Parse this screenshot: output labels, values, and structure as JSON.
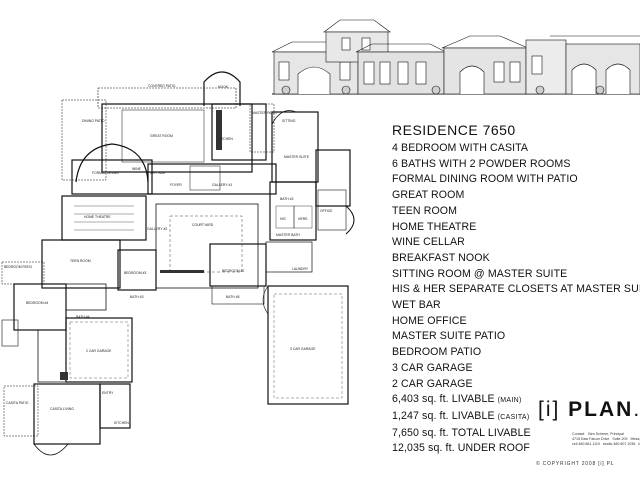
{
  "title": "RESIDENCE 7650",
  "features": [
    "4 BEDROOM WITH CASITA",
    "6 BATHS WITH 2 POWDER ROOMS",
    "FORMAL DINING ROOM WITH PATIO",
    "GREAT ROOM",
    "TEEN ROOM",
    "HOME THEATRE",
    "WINE CELLAR",
    "BREAKFAST NOOK",
    "SITTING ROOM @ MASTER SUITE",
    "HIS & HER SEPARATE CLOSETS AT MASTER SUITE",
    "WET BAR",
    "HOME OFFICE",
    "MASTER SUITE PATIO",
    "BEDROOM PATIO",
    "3 CAR GARAGE",
    "2 CAR GARAGE"
  ],
  "areas": [
    {
      "value": "6,403 sq. ft. LIVABLE",
      "note": "(MAIN)"
    },
    {
      "value": "1,247 sq. ft. LIVABLE",
      "note": "(CASITA)"
    },
    {
      "value": "7,650 sq. ft. TOTAL LIVABLE",
      "note": ""
    },
    {
      "value": "12,035 sq. ft. UNDER ROOF",
      "note": ""
    }
  ],
  "logo": {
    "bracket": "[i]",
    "word": " PLAN",
    "tail": ".c"
  },
  "contact_lines": "Contact    Ben Scherer, Principal\n4715 East Falcon Drive   Suite 209   Mesa, A\ncell 480.861.1119   studio 480.807.1036   fax 480",
  "copyright": "© COPYRIGHT 2008 [i] PL",
  "rooms": {
    "covered_patio": "COVERED PATIO",
    "nook": "NOOK",
    "dining_patio": "DINING PATIO",
    "great_room": "GREAT ROOM",
    "master_patio": "MASTER PATIO",
    "sitting": "SITTING",
    "kitchen": "KITCHEN",
    "formal_dining": "FORMAL DINING",
    "wine": "WINE",
    "wet_bar": "WET BAR",
    "foyer": "FOYER",
    "gallery_1": "GALLERY #1",
    "master_suite": "MASTER SUITE",
    "master_bath": "BATH #2",
    "home_theatre": "HOME THEATRE",
    "courtyard": "COURTYARD",
    "gallery_2": "GALLERY #2",
    "his_closet": "HIS",
    "her_closet": "HERS",
    "office": "OFFICE",
    "master_bath_2": "MASTER BATH",
    "bedroom_patio": "BEDROOM PATIO",
    "teen_room": "TEEN ROOM",
    "bedroom_3": "BEDROOM #3",
    "bedroom_2": "BEDROOM #2",
    "bath_3": "BATH #3",
    "bath_5": "BATH #5",
    "laundry": "LAUNDRY",
    "bedroom_4": "BEDROOM #4",
    "bath_4": "BATH #4",
    "two_car_garage": "2 CAR GARAGE",
    "three_car_garage": "3 CAR GARAGE",
    "casita_patio": "CASITA PATIO",
    "casita_living": "CASITA LIVING",
    "kitchen_2": "KITCHEN",
    "entry": "ENTRY"
  }
}
